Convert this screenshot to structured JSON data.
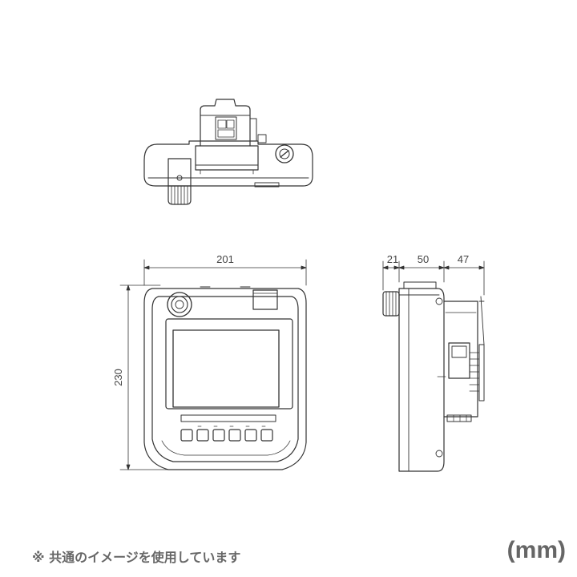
{
  "dimensions": {
    "width": "201",
    "height": "230",
    "side_front": "21",
    "side_body": "50",
    "side_back": "47"
  },
  "note": "※ 共通のイメージを使用しています",
  "unit": "(mm)",
  "colors": {
    "line": "#333333",
    "text": "#666666"
  }
}
